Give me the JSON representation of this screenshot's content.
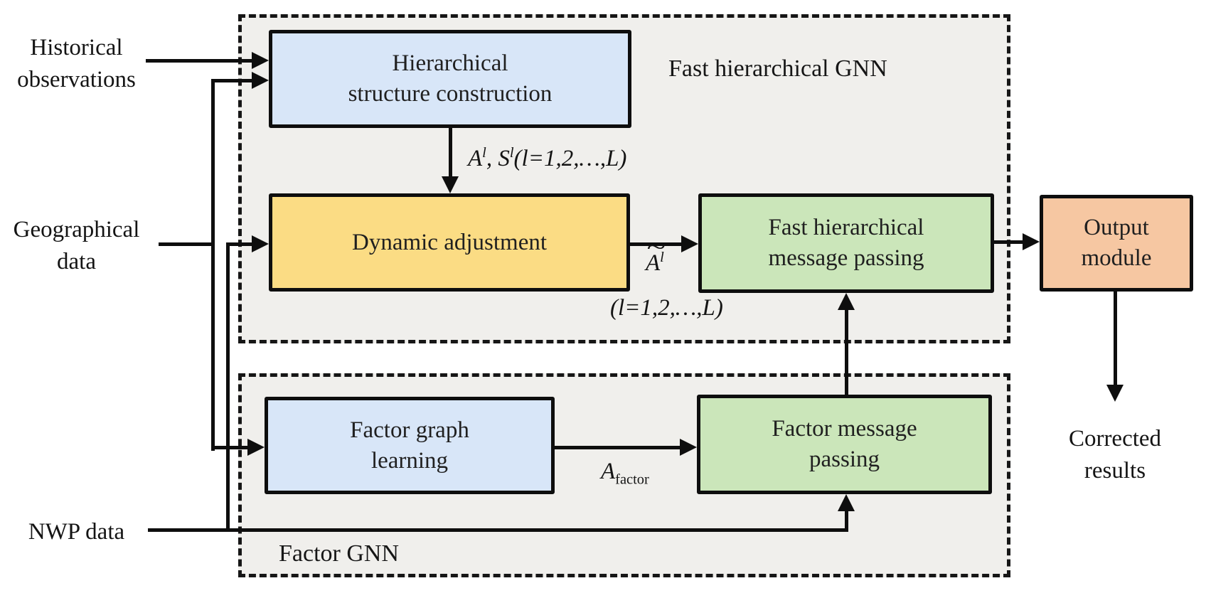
{
  "colors": {
    "panel_fill": "#f0efec",
    "border": "#0e0e0e",
    "blue_box": "#d8e6f8",
    "yellow_box": "#fbdc84",
    "green_box": "#cbe6ba",
    "orange_box": "#f6c7a2",
    "background": "#ffffff"
  },
  "inputs": {
    "historical": {
      "line1": "Historical",
      "line2": "observations"
    },
    "geographical": {
      "line1": "Geographical",
      "line2": "data"
    },
    "nwp": {
      "label": "NWP data"
    }
  },
  "panels": {
    "fast": {
      "title": "Fast hierarchical GNN"
    },
    "factor": {
      "title": "Factor GNN"
    }
  },
  "boxes": {
    "hier": {
      "line1": "Hierarchical",
      "line2": "structure construction"
    },
    "dyn": {
      "label": "Dynamic adjustment"
    },
    "fhmp": {
      "line1": "Fast hierarchical",
      "line2": "message passing"
    },
    "out": {
      "line1": "Output",
      "line2": "module"
    },
    "fgl": {
      "line1": "Factor graph",
      "line2": "learning"
    },
    "fmp": {
      "line1": "Factor message",
      "line2": "passing"
    }
  },
  "edge_labels": {
    "hier_out": {
      "a": "A",
      "a_sup": "l",
      "mid": ", S",
      "s_sup": "l",
      "rest": "(l=1,2,…,L)"
    },
    "dyn_out": {
      "tilde": "~",
      "a": "A",
      "a_sup": "l",
      "below": "(l=1,2,…,L)"
    },
    "fgl_out": {
      "a": "A",
      "sub": "factor"
    }
  },
  "output": {
    "line1": "Corrected",
    "line2": "results"
  }
}
